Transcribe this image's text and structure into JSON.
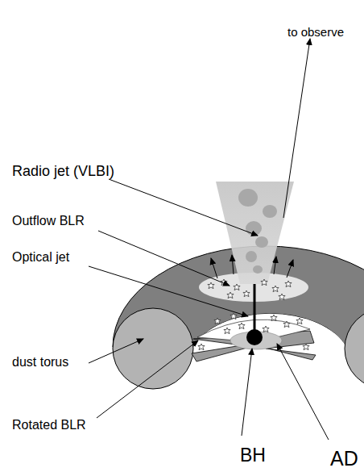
{
  "diagram": {
    "labels": [
      "to observe",
      "Radio jet (VLBI)",
      "Outflow BLR",
      "Optical jet",
      "dust torus",
      "Rotated BLR",
      "BH",
      "AD"
    ]
  }
}
